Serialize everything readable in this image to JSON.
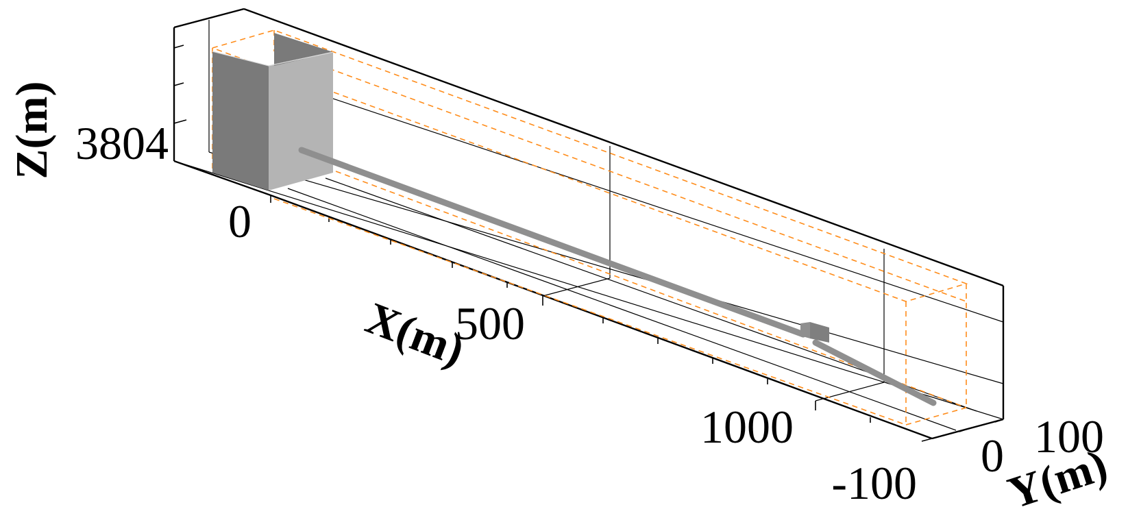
{
  "figure": {
    "axes": {
      "x": {
        "title": "X(m)",
        "ticks": [
          "0",
          "500",
          "1000"
        ]
      },
      "y": {
        "title": "Y(m)",
        "ticks": [
          "-100",
          "0",
          "100"
        ]
      },
      "z": {
        "title": "Z(m)",
        "ticks": [
          "3804"
        ]
      }
    },
    "colors": {
      "frame": "#000000",
      "domain_outline": "#ff8c1a",
      "box_dark": "#7a7a7a",
      "box_light": "#b4b4b4",
      "pipe": "#8f8f8f"
    }
  }
}
